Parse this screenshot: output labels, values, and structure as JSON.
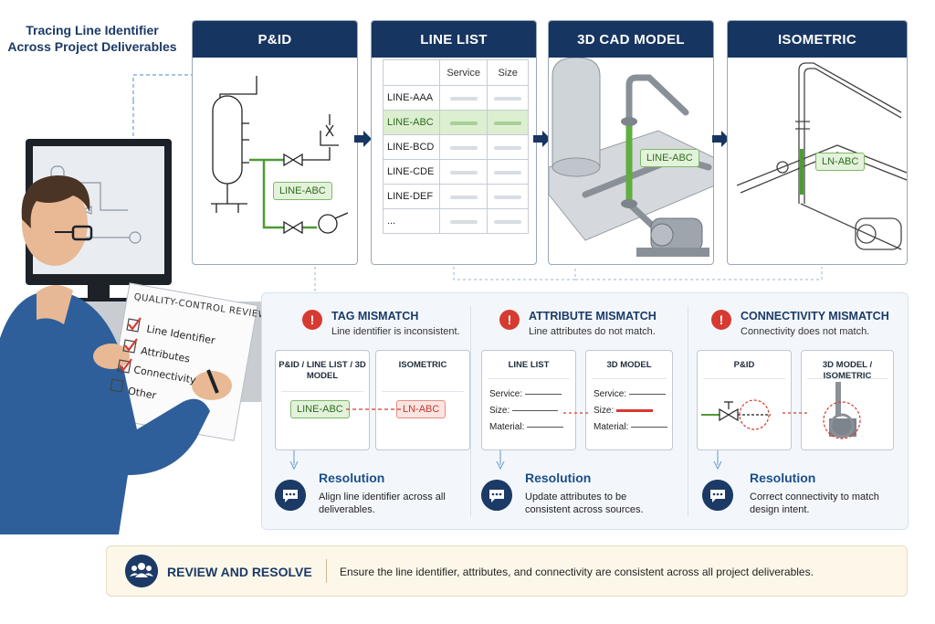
{
  "title": "Tracing Line Identifier Across Project Deliverables",
  "panels": {
    "pid": {
      "header": "P&ID",
      "tag": "LINE-ABC"
    },
    "line_list": {
      "header": "LINE LIST",
      "col_service": "Service",
      "col_size": "Size",
      "rows": [
        "LINE-AAA",
        "LINE-ABC",
        "LINE-BCD",
        "LINE-CDE",
        "LINE-DEF",
        "..."
      ],
      "highlighted": "LINE-ABC"
    },
    "cad": {
      "header": "3D CAD MODEL",
      "tag": "LINE-ABC"
    },
    "iso": {
      "header": "ISOMETRIC",
      "tag": "LN-ABC"
    }
  },
  "qc_sheet": {
    "title": "QUALITY-CONTROL REVIEW",
    "items": [
      {
        "label": "Line Identifier",
        "checked": true
      },
      {
        "label": "Attributes",
        "checked": true
      },
      {
        "label": "Connectivity",
        "checked": true
      },
      {
        "label": "Other",
        "checked": false
      }
    ]
  },
  "mismatches": [
    {
      "title": "TAG MISMATCH",
      "subtitle": "Line identifier is inconsistent.",
      "left_card": {
        "header": "P&ID / LINE LIST / 3D MODEL",
        "tag": "LINE-ABC"
      },
      "right_card": {
        "header": "ISOMETRIC",
        "tag": "LN-ABC"
      },
      "resolution_title": "Resolution",
      "resolution_text": "Align line identifier across all deliverables."
    },
    {
      "title": "ATTRIBUTE MISMATCH",
      "subtitle": "Line attributes do not match.",
      "left_card": {
        "header": "LINE LIST",
        "fields": [
          "Service:",
          "Size:",
          "Material:"
        ]
      },
      "right_card": {
        "header": "3D MODEL",
        "fields": [
          "Service:",
          "Size:",
          "Material:"
        ]
      },
      "resolution_title": "Resolution",
      "resolution_text": "Update attributes to be consistent across sources."
    },
    {
      "title": "CONNECTIVITY MISMATCH",
      "subtitle": "Connectivity does not match.",
      "left_card": {
        "header": "P&ID"
      },
      "right_card": {
        "header": "3D MODEL / ISOMETRIC"
      },
      "resolution_title": "Resolution",
      "resolution_text": "Correct connectivity to match design intent."
    }
  ],
  "footer": {
    "title": "REVIEW AND RESOLVE",
    "text": "Ensure the line identifier, attributes, and connectivity are consistent across all project deliverables."
  },
  "colors": {
    "navy": "#173561",
    "green": "#4f9a34",
    "red": "#d63a30"
  }
}
